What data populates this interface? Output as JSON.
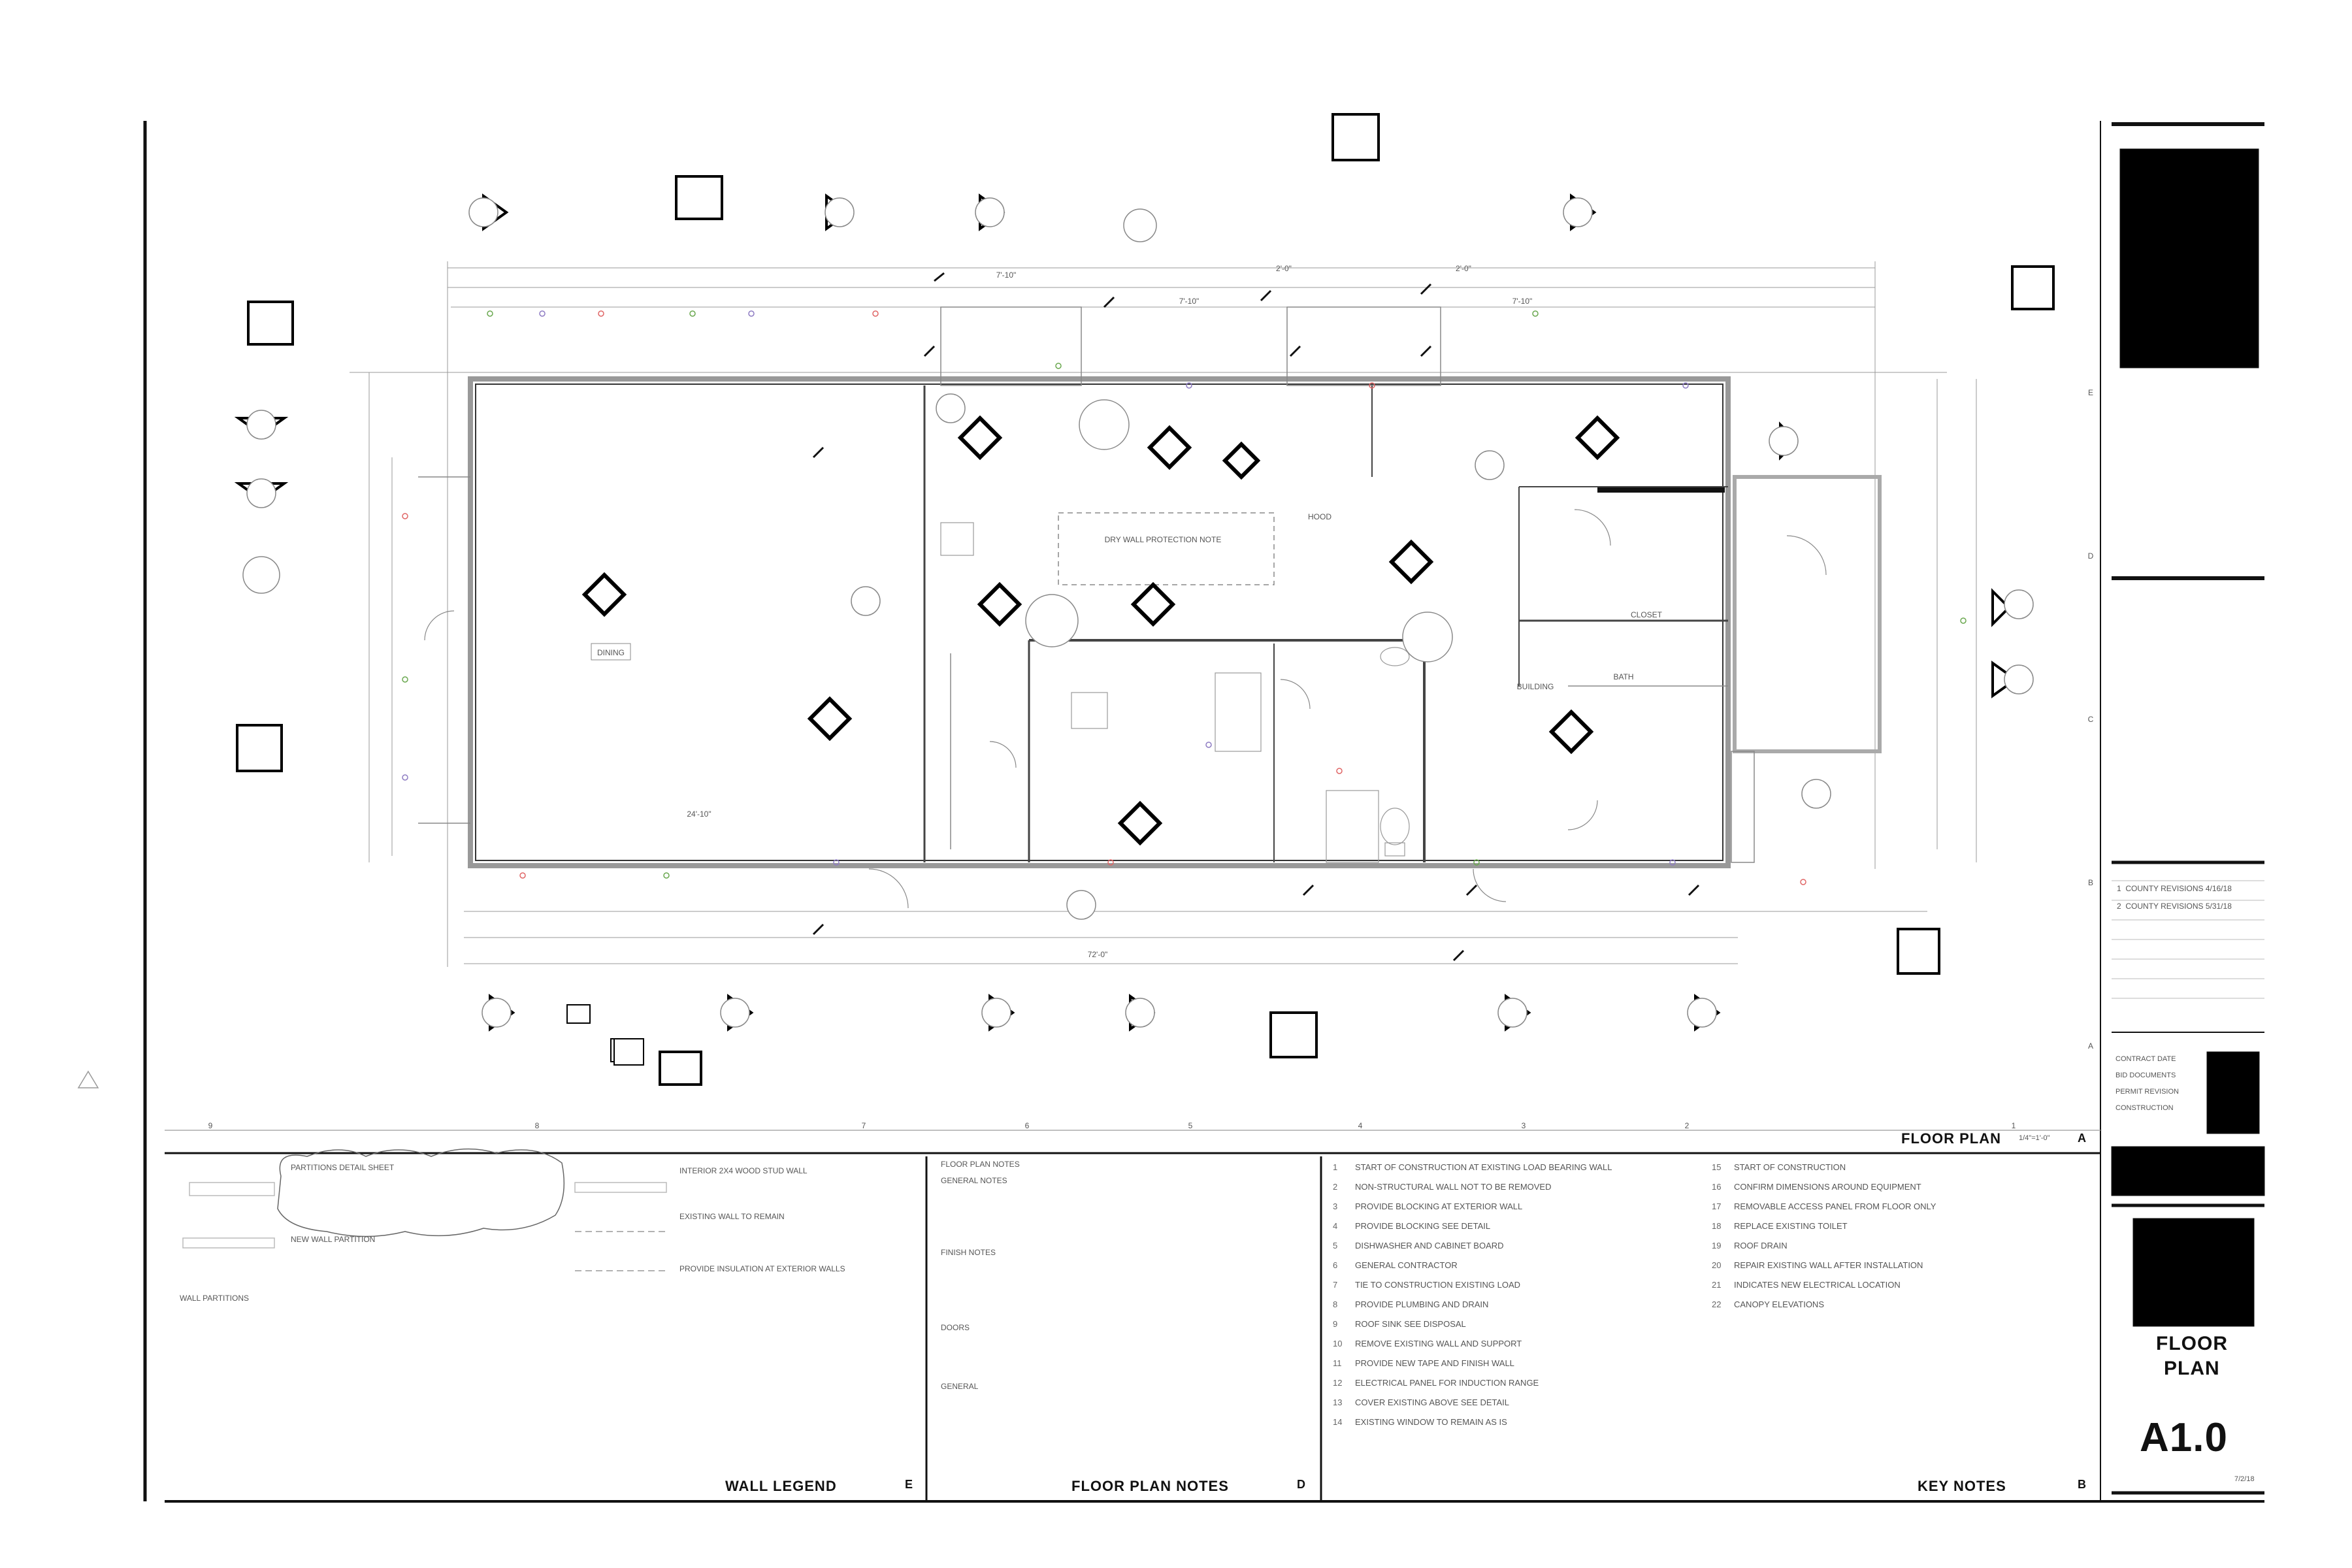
{
  "sheet": {
    "number": "A1.0",
    "name_line1": "FLOOR",
    "name_line2": "PLAN",
    "date": "7/2/18",
    "drawing_scale_label": "1/4\"=1'-0\""
  },
  "titleblock": {
    "revisions": [
      {
        "num": "1",
        "text": "COUNTY REVISIONS 4/16/18"
      },
      {
        "num": "2",
        "text": "COUNTY REVISIONS 5/31/18"
      }
    ],
    "contact_lines": [
      "CONTRACT DATE",
      "BID DOCUMENTS",
      "PERMIT REVISION",
      "CONSTRUCTION"
    ]
  },
  "panels": {
    "floor_plan": {
      "title": "FLOOR PLAN",
      "ref": "A"
    },
    "key_notes": {
      "title": "KEY NOTES",
      "ref": "B"
    },
    "floor_plan_notes": {
      "title": "FLOOR PLAN NOTES",
      "ref": "D"
    },
    "wall_legend": {
      "title": "WALL LEGEND",
      "ref": "E"
    }
  },
  "rooms": {
    "dining": "DINING",
    "dry_wall": "DRY WALL PROTECTION NOTE",
    "closet": "CLOSET",
    "hood": "HOOD",
    "bath": "BATH",
    "building": "BUILDING"
  },
  "wall_legend": {
    "heading": "WALL PARTITIONS",
    "items": [
      "PARTITIONS DETAIL SHEET",
      "INTERIOR 2X4 WOOD STUD WALL",
      "EXISTING WALL TO REMAIN",
      "NEW WALL PARTITION",
      "PROVIDE INSULATION AT EXTERIOR WALLS"
    ]
  },
  "key_notes": {
    "left": [
      "START OF CONSTRUCTION AT EXISTING LOAD BEARING WALL",
      "NON-STRUCTURAL WALL NOT TO BE REMOVED",
      "PROVIDE BLOCKING AT EXTERIOR WALL",
      "PROVIDE BLOCKING SEE DETAIL",
      "DISHWASHER AND CABINET BOARD",
      "GENERAL CONTRACTOR",
      "TIE TO CONSTRUCTION EXISTING LOAD",
      "PROVIDE PLUMBING AND DRAIN",
      "ROOF SINK SEE DISPOSAL",
      "REMOVE EXISTING WALL AND SUPPORT",
      "PROVIDE NEW TAPE AND FINISH WALL",
      "ELECTRICAL PANEL FOR INDUCTION RANGE",
      "COVER EXISTING ABOVE SEE DETAIL",
      "EXISTING WINDOW TO REMAIN AS IS"
    ],
    "right": [
      "START OF CONSTRUCTION",
      "CONFIRM DIMENSIONS AROUND EQUIPMENT",
      "REMOVABLE ACCESS PANEL FROM FLOOR ONLY",
      "REPLACE EXISTING TOILET",
      "ROOF DRAIN",
      "REPAIR EXISTING WALL AFTER INSTALLATION",
      "INDICATES NEW ELECTRICAL LOCATION",
      "CANOPY ELEVATIONS"
    ]
  },
  "floor_plan_notes": {
    "heading": "FLOOR PLAN NOTES",
    "sections": [
      "GENERAL NOTES",
      "FINISH NOTES",
      "DOORS",
      "GENERAL"
    ]
  },
  "column_grid": [
    "9",
    "8",
    "7",
    "6",
    "5",
    "4",
    "3",
    "2",
    "1"
  ],
  "row_grid": [
    "E",
    "D",
    "C",
    "B",
    "A"
  ],
  "dimensions": {
    "top": [
      "7'-10\"",
      "2'-0\"",
      "7'-10\"",
      "7'-10\"",
      "2'-0\""
    ],
    "bottom": [
      "72'-0\""
    ],
    "dining_width": "24'-10\""
  },
  "colors": {
    "line": "#444444",
    "light": "#aaaaaa",
    "tag": "#000000",
    "mark1": "#6aa84f",
    "mark2": "#8e7cc3",
    "mark3": "#e06666"
  }
}
